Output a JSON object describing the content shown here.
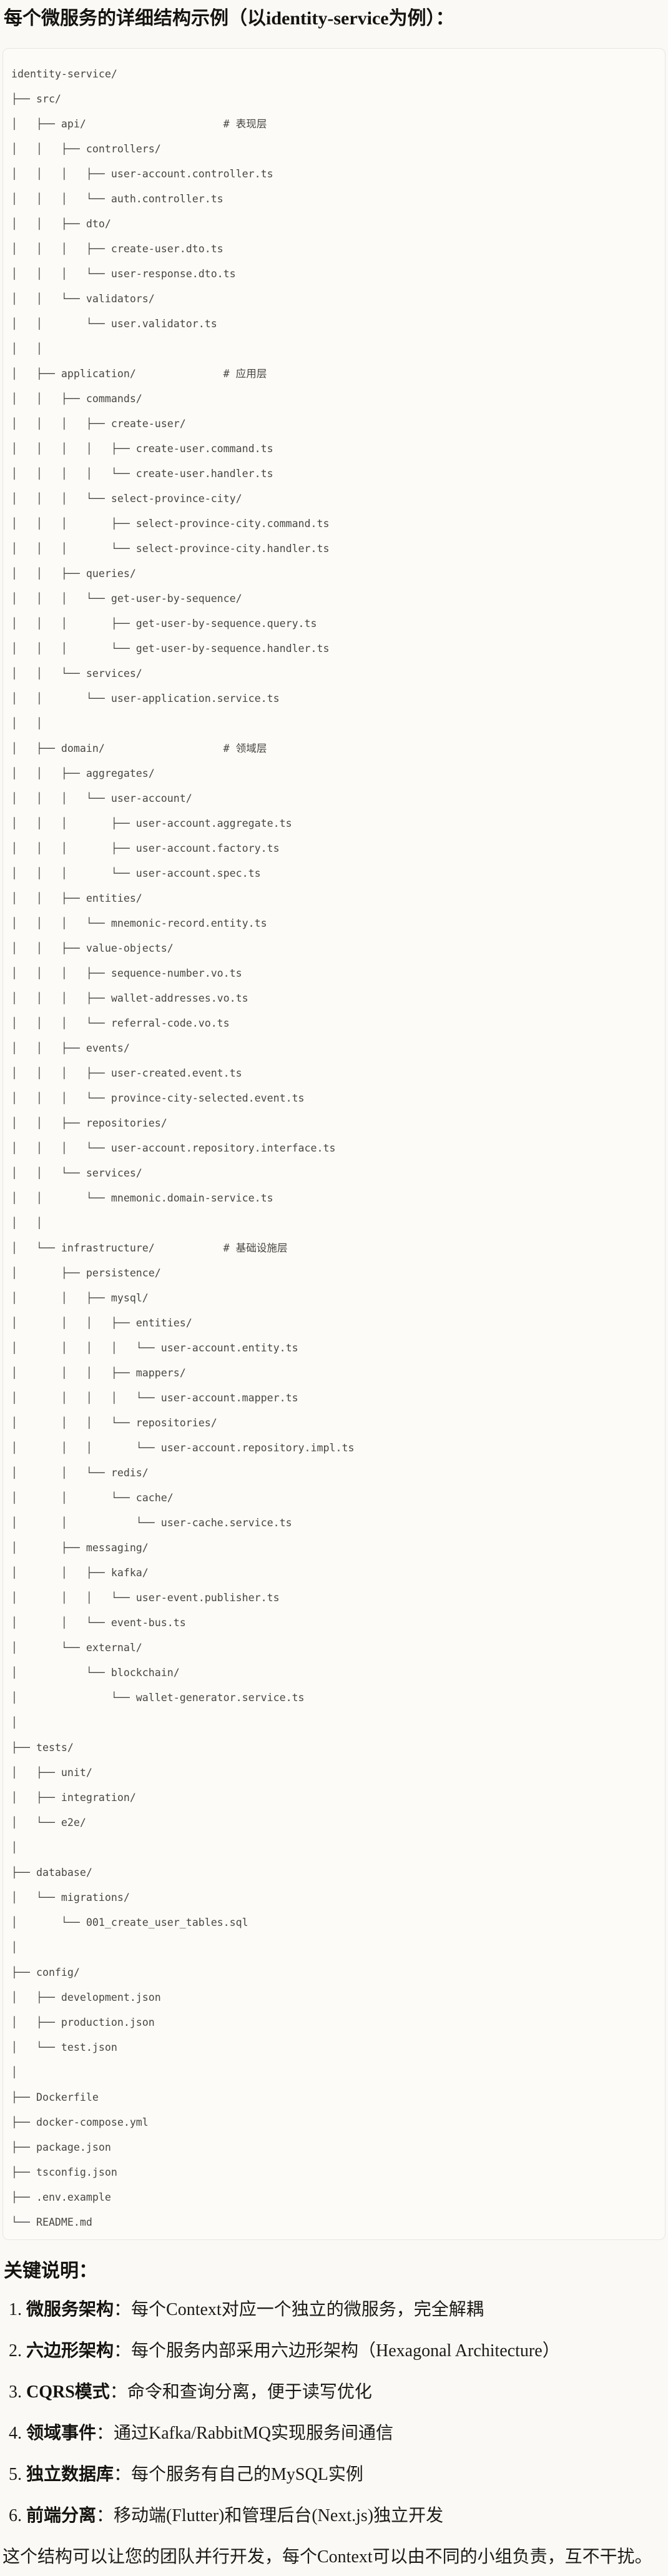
{
  "page": {
    "title": "每个微服务的详细结构示例（以identity-service为例）：",
    "tree_lines": [
      "identity-service/",
      "├── src/",
      "│   ├── api/                      # 表现层",
      "│   │   ├── controllers/",
      "│   │   │   ├── user-account.controller.ts",
      "│   │   │   └── auth.controller.ts",
      "│   │   ├── dto/",
      "│   │   │   ├── create-user.dto.ts",
      "│   │   │   └── user-response.dto.ts",
      "│   │   └── validators/",
      "│   │       └── user.validator.ts",
      "│   │",
      "│   ├── application/              # 应用层",
      "│   │   ├── commands/",
      "│   │   │   ├── create-user/",
      "│   │   │   │   ├── create-user.command.ts",
      "│   │   │   │   └── create-user.handler.ts",
      "│   │   │   └── select-province-city/",
      "│   │   │       ├── select-province-city.command.ts",
      "│   │   │       └── select-province-city.handler.ts",
      "│   │   ├── queries/",
      "│   │   │   └── get-user-by-sequence/",
      "│   │   │       ├── get-user-by-sequence.query.ts",
      "│   │   │       └── get-user-by-sequence.handler.ts",
      "│   │   └── services/",
      "│   │       └── user-application.service.ts",
      "│   │",
      "│   ├── domain/                   # 领域层",
      "│   │   ├── aggregates/",
      "│   │   │   └── user-account/",
      "│   │   │       ├── user-account.aggregate.ts",
      "│   │   │       ├── user-account.factory.ts",
      "│   │   │       └── user-account.spec.ts",
      "│   │   ├── entities/",
      "│   │   │   └── mnemonic-record.entity.ts",
      "│   │   ├── value-objects/",
      "│   │   │   ├── sequence-number.vo.ts",
      "│   │   │   ├── wallet-addresses.vo.ts",
      "│   │   │   └── referral-code.vo.ts",
      "│   │   ├── events/",
      "│   │   │   ├── user-created.event.ts",
      "│   │   │   └── province-city-selected.event.ts",
      "│   │   ├── repositories/",
      "│   │   │   └── user-account.repository.interface.ts",
      "│   │   └── services/",
      "│   │       └── mnemonic.domain-service.ts",
      "│   │",
      "│   └── infrastructure/           # 基础设施层",
      "│       ├── persistence/",
      "│       │   ├── mysql/",
      "│       │   │   ├── entities/",
      "│       │   │   │   └── user-account.entity.ts",
      "│       │   │   ├── mappers/",
      "│       │   │   │   └── user-account.mapper.ts",
      "│       │   │   └── repositories/",
      "│       │   │       └── user-account.repository.impl.ts",
      "│       │   └── redis/",
      "│       │       └── cache/",
      "│       │           └── user-cache.service.ts",
      "│       ├── messaging/",
      "│       │   ├── kafka/",
      "│       │   │   └── user-event.publisher.ts",
      "│       │   └── event-bus.ts",
      "│       └── external/",
      "│           └── blockchain/",
      "│               └── wallet-generator.service.ts",
      "│",
      "├── tests/",
      "│   ├── unit/",
      "│   ├── integration/",
      "│   └── e2e/",
      "│",
      "├── database/",
      "│   └── migrations/",
      "│       └── 001_create_user_tables.sql",
      "│",
      "├── config/",
      "│   ├── development.json",
      "│   ├── production.json",
      "│   └── test.json",
      "│",
      "├── Dockerfile",
      "├── docker-compose.yml",
      "├── package.json",
      "├── tsconfig.json",
      "├── .env.example",
      "└── README.md"
    ],
    "notes": {
      "heading": "关键说明：",
      "items": [
        {
          "num": "1.",
          "term": "微服务架构",
          "colon": "：",
          "desc": "每个Context对应一个独立的微服务，完全解耦"
        },
        {
          "num": "2.",
          "term": "六边形架构",
          "colon": "：",
          "desc": "每个服务内部采用六边形架构（Hexagonal Architecture）"
        },
        {
          "num": "3.",
          "term": "CQRS模式",
          "colon": "：",
          "desc": "命令和查询分离，便于读写优化"
        },
        {
          "num": "4.",
          "term": "领域事件",
          "colon": "：",
          "desc": "通过Kafka/RabbitMQ实现服务间通信"
        },
        {
          "num": "5.",
          "term": "独立数据库",
          "colon": "：",
          "desc": "每个服务有自己的MySQL实例"
        },
        {
          "num": "6.",
          "term": "前端分离",
          "colon": "：",
          "desc": "移动端(Flutter)和管理后台(Next.js)独立开发"
        }
      ],
      "footer": "这个结构可以让您的团队并行开发，每个Context可以由不同的小组负责，互不干扰。"
    },
    "colors": {
      "page_bg": "#FAF9F5",
      "code_bg": "#FCFBF8",
      "code_border": "#E8E6DD",
      "code_text": "#474640",
      "text": "#1C1B17"
    }
  }
}
